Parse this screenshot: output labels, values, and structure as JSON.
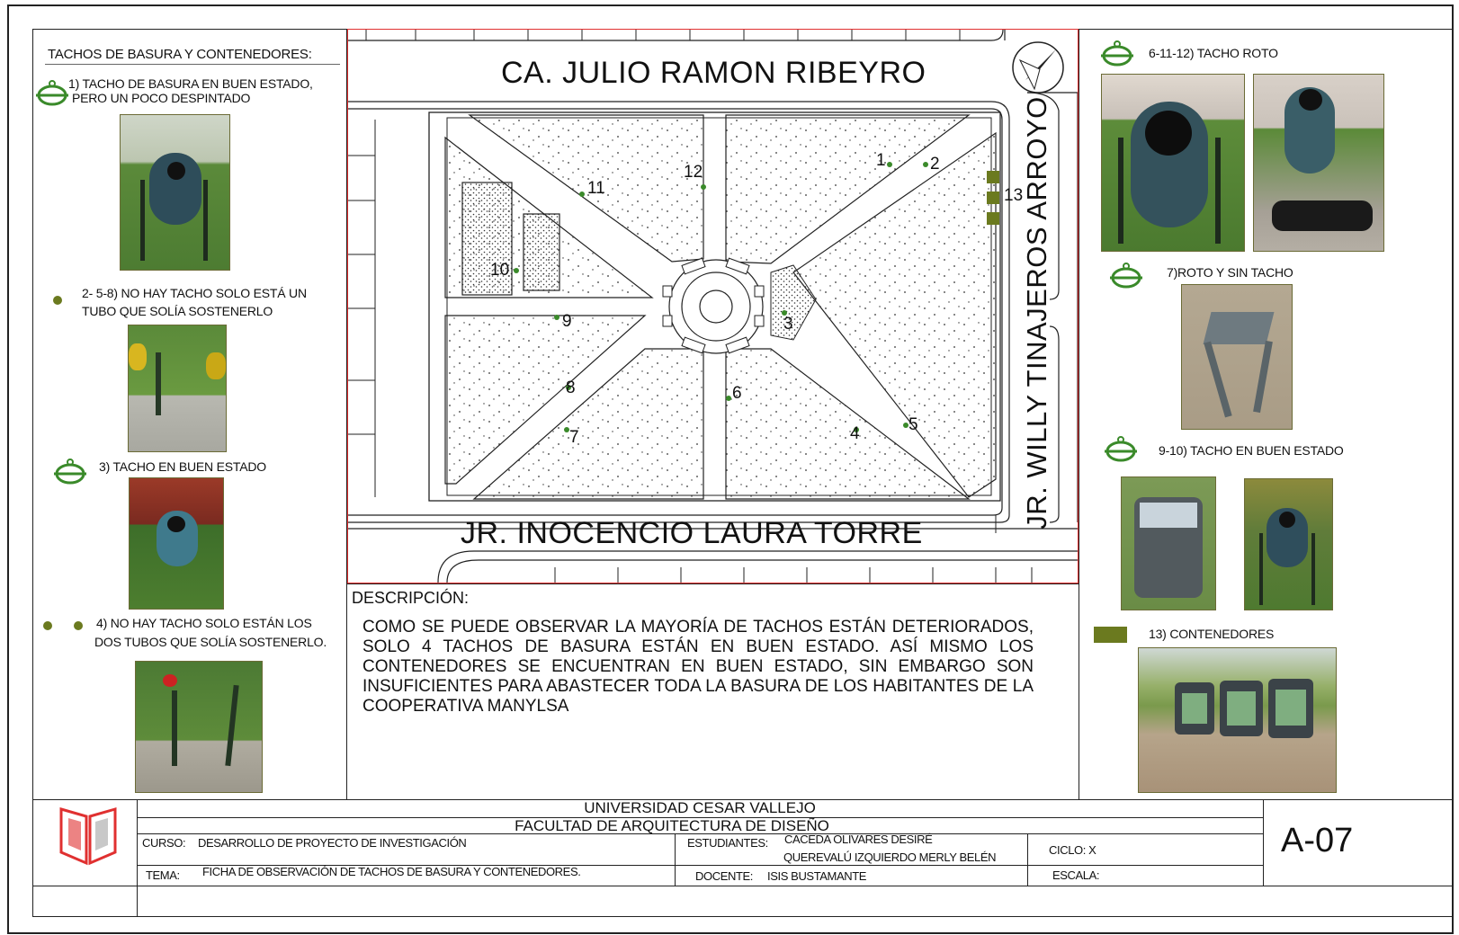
{
  "legend": {
    "heading": "TACHOS DE BASURA Y CONTENEDORES:",
    "item1": "1)     TACHO DE BASURA EN BUEN ESTADO,",
    "item1b": "PERO UN POCO DESPINTADO",
    "item2": "2- 5-8) NO HAY TACHO SOLO ESTÁ UN",
    "item2b": "TUBO QUE SOLÍA SOSTENERLO",
    "item3": "3) TACHO EN BUEN ESTADO",
    "item4": "4) NO HAY TACHO SOLO ESTÁN LOS",
    "item4b": "DOS TUBOS QUE SOLÍA SOSTENERLO."
  },
  "right_legend": {
    "item6": "6-11-12) TACHO ROTO",
    "item7": "7)ROTO Y SIN TACHO",
    "item9": "9-10) TACHO EN BUEN ESTADO",
    "item13": "13) CONTENEDORES"
  },
  "map": {
    "street_top": "CA. JULIO RAMON RIBEYRO",
    "street_bottom": "JR. INOCENCIO LAURA TORRE",
    "street_right": "JR. WILLY TINAJEROS ARROYO",
    "points": [
      "1",
      "2",
      "3",
      "4",
      "5",
      "6",
      "7",
      "8",
      "9",
      "10",
      "11",
      "12",
      "13"
    ]
  },
  "description": {
    "title": "DESCRIPCIÓN:",
    "text": "COMO SE PUEDE OBSERVAR LA MAYORÍA DE TACHOS ESTÁN DETERIORADOS, SOLO 4 TACHOS DE BASURA ESTÁN EN BUEN ESTADO. ASÍ MISMO LOS CONTENEDORES SE ENCUENTRAN EN BUEN ESTADO, SIN EMBARGO SON INSUFICIENTES PARA ABASTECER TODA LA BASURA DE LOS HABITANTES DE LA COOPERATIVA MANYLSA"
  },
  "title_block": {
    "university": "UNIVERSIDAD CESAR VALLEJO",
    "faculty": "FACULTAD DE ARQUITECTURA DE DISEÑO",
    "course_label": "CURSO:",
    "course": "DESARROLLO DE PROYECTO DE INVESTIGACIÓN",
    "theme_label": "TEMA:",
    "theme": "FICHA DE OBSERVACIÓN DE TACHOS DE BASURA Y CONTENEDORES.",
    "students_label": "ESTUDIANTES:",
    "student1": "CACEDA OLIVARES DESIRÉ",
    "student2": "QUEREVALÚ IZQUIERDO MERLY BELÉN",
    "teacher_label": "DOCENTE:",
    "teacher": "ISIS BUSTAMANTE",
    "cycle": "CICLO: X",
    "scale": "ESCALA:",
    "sheet": "A-07"
  },
  "colors": {
    "olive": "#6b7a1f",
    "green": "#3a8a2a",
    "red": "#e03030"
  }
}
